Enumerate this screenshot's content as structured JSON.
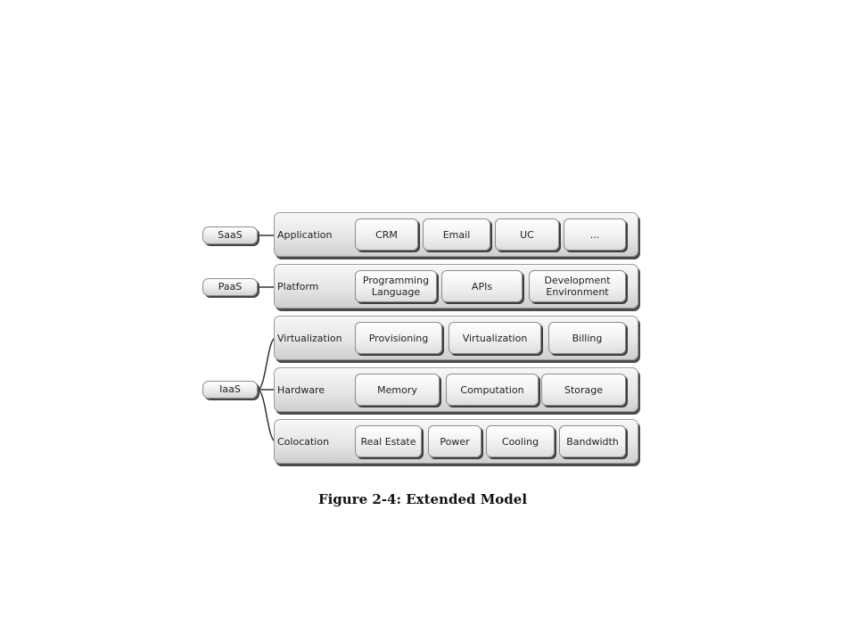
{
  "services": {
    "saas": "SaaS",
    "paas": "PaaS",
    "iaas": "IaaS"
  },
  "layers": {
    "application": {
      "label": "Application",
      "items": [
        "CRM",
        "Email",
        "UC",
        "..."
      ]
    },
    "platform": {
      "label": "Platform",
      "items": [
        "Programming\nLanguage",
        "APIs",
        "Development\nEnvironment"
      ]
    },
    "virtualization": {
      "label": "Virtualization",
      "items": [
        "Provisioning",
        "Virtualization",
        "Billing"
      ]
    },
    "hardware": {
      "label": "Hardware",
      "items": [
        "Memory",
        "Computation",
        "Storage"
      ]
    },
    "colocation": {
      "label": "Colocation",
      "items": [
        "Real Estate",
        "Power",
        "Cooling",
        "Bandwidth"
      ]
    }
  },
  "caption": "Figure 2-4: Extended Model"
}
